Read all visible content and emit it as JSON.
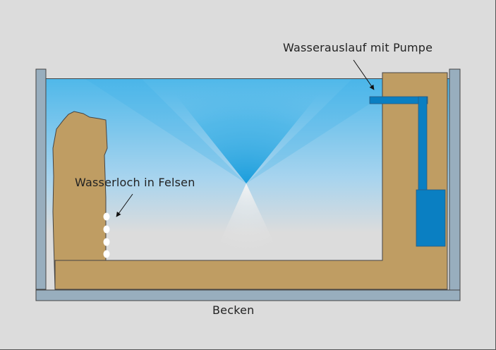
{
  "labels": {
    "pump_outlet": "Wasserauslauf mit Pumpe",
    "rock_water_hole": "Wasserloch in Felsen",
    "basin": "Becken"
  },
  "colors": {
    "background": "#dcdcdc",
    "wall": "#98aebe",
    "rock": "#bf9d63",
    "pipe": "#0a7fc2",
    "water_deep": "#1ea3e0",
    "water_light": "#dcdcdc",
    "outline": "#444444",
    "hole": "#ffffff"
  },
  "water_holes_count": 4
}
